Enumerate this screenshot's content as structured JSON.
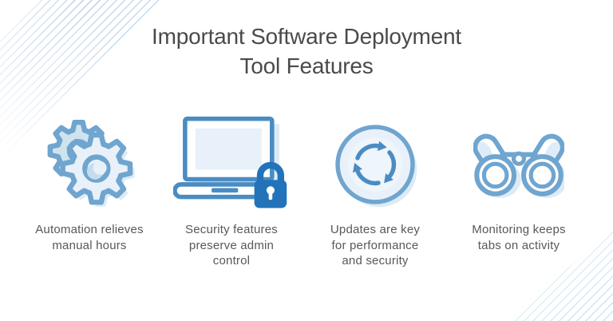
{
  "title": "Important Software Deployment\nTool Features",
  "features": [
    {
      "icon": "gears-icon",
      "caption": "Automation relieves\nmanual hours"
    },
    {
      "icon": "laptop-lock-icon",
      "caption": "Security features\npreserve admin\ncontrol"
    },
    {
      "icon": "sync-arrows-icon",
      "caption": "Updates are key\nfor performance\nand security"
    },
    {
      "icon": "binoculars-icon",
      "caption": "Monitoring keeps\ntabs on activity"
    }
  ],
  "decorations": {
    "top_left": "diagonal-stripes",
    "bottom_right": "diagonal-stripes"
  },
  "colors": {
    "accent_blue": "#6fa5cf",
    "deep_blue": "#4a8cc2",
    "solid_blue": "#2273b9",
    "fill_light": "#e8f1f9",
    "fill_medium": "#cfe3ef",
    "shadow_blue": "#dcebf6",
    "crescent_blue": "#c6dcec",
    "title_gray": "#4a4a4c",
    "caption_gray": "#56585a"
  }
}
